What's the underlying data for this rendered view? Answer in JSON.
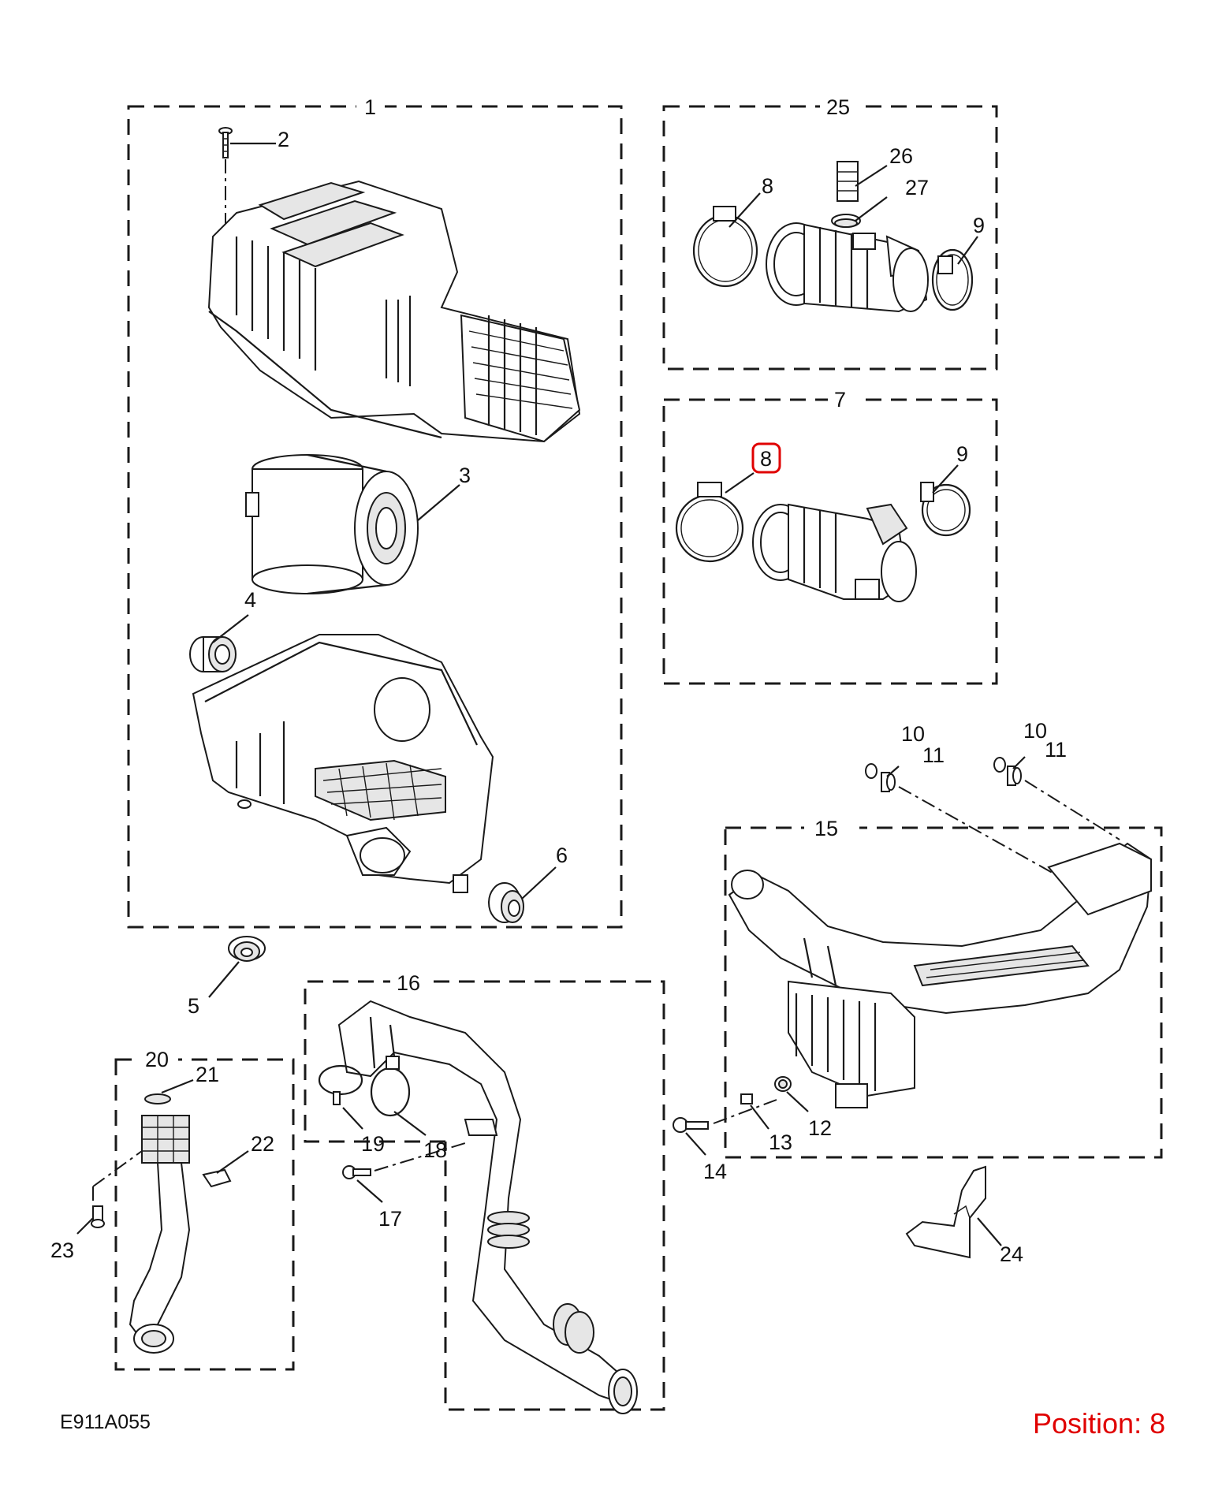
{
  "diagram": {
    "drawing_code": "E911A055",
    "position_label": "Position: 8",
    "highlight_color": "#e00000",
    "callouts": {
      "c1": "1",
      "c2": "2",
      "c3": "3",
      "c4": "4",
      "c5": "5",
      "c6": "6",
      "c7": "7",
      "c8a": "8",
      "c8b": "8",
      "c9a": "9",
      "c9b": "9",
      "c10a": "10",
      "c10b": "10",
      "c11a": "11",
      "c11b": "11",
      "c12": "12",
      "c13": "13",
      "c14": "14",
      "c15": "15",
      "c16": "16",
      "c17": "17",
      "c18": "18",
      "c19": "19",
      "c20": "20",
      "c21": "21",
      "c22": "22",
      "c23": "23",
      "c24": "24",
      "c25": "25",
      "c26": "26",
      "c27": "27"
    }
  }
}
